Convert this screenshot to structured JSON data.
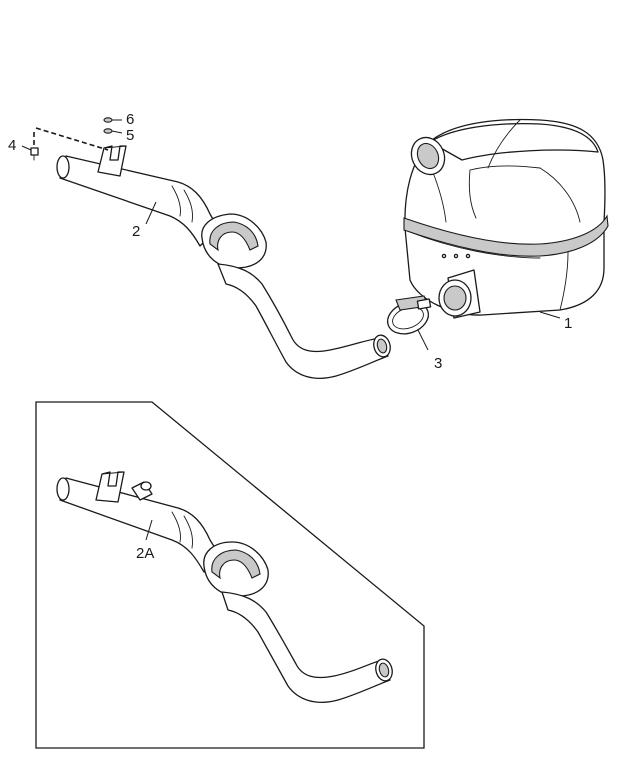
{
  "callouts": {
    "c1": "1",
    "c2": "2",
    "c3": "3",
    "c4": "4",
    "c5": "5",
    "c6": "6",
    "c2a": "2A"
  },
  "colors": {
    "line": "#1a1a1a",
    "shade": "#c9c9c9",
    "background": "#ffffff"
  }
}
